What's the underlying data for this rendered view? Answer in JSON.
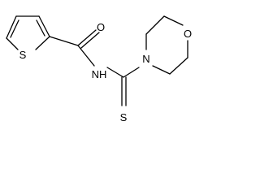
{
  "structure": {
    "atoms": {
      "thiophene_sulfur": "S",
      "carbonyl_oxygen": "O",
      "amide_nitrogen": "NH",
      "morpholine_nitrogen": "N",
      "morpholine_oxygen": "O",
      "thione_sulfur": "S"
    },
    "colors": {
      "bond": "#000000",
      "label": "#000000",
      "background": "#ffffff"
    }
  }
}
